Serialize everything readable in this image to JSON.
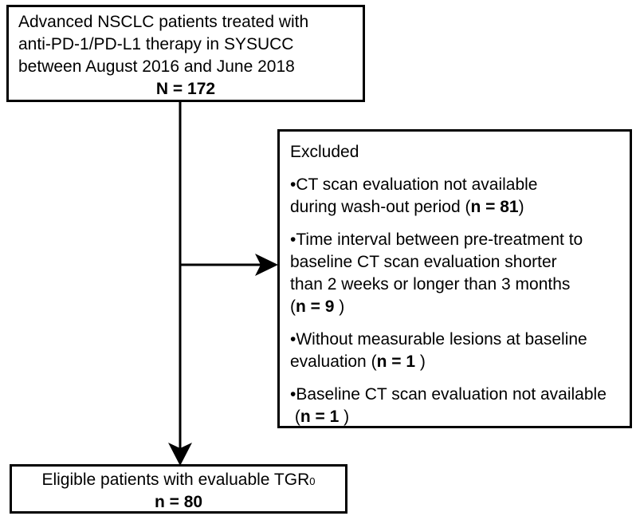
{
  "colors": {
    "background": "#ffffff",
    "line_color": "#000000",
    "text_color": "#000000"
  },
  "top_box": {
    "lines": [
      "Advanced NSCLC patients treated with",
      "anti-PD-1/PD-L1 therapy in SYSUCC",
      "between August 2016 and June 2018"
    ],
    "count": "N = 172"
  },
  "excluded_box": {
    "title": "Excluded",
    "items": [
      {
        "lines": [
          "•CT scan evaluation not available"
        ],
        "pre": "during wash-out period (",
        "bold": "n = 81",
        "post": ")"
      },
      {
        "lines": [
          "•Time interval between pre-treatment to",
          "baseline CT scan evaluation shorter",
          "than 2 weeks or longer than 3 months"
        ],
        "pre": "(",
        "bold": "n = 9",
        "post": " )"
      },
      {
        "lines": [
          "•Without measurable lesions at baseline"
        ],
        "pre": "evaluation (",
        "bold": "n = 1",
        "post": " )"
      },
      {
        "lines": [
          "•Baseline CT scan evaluation not available"
        ],
        "pre": " (",
        "bold": "n = 1",
        "post": " )"
      }
    ]
  },
  "bottom_box": {
    "line_main": "Eligible patients with evaluable TGR",
    "line_sub": "0",
    "count": "n = 80"
  }
}
